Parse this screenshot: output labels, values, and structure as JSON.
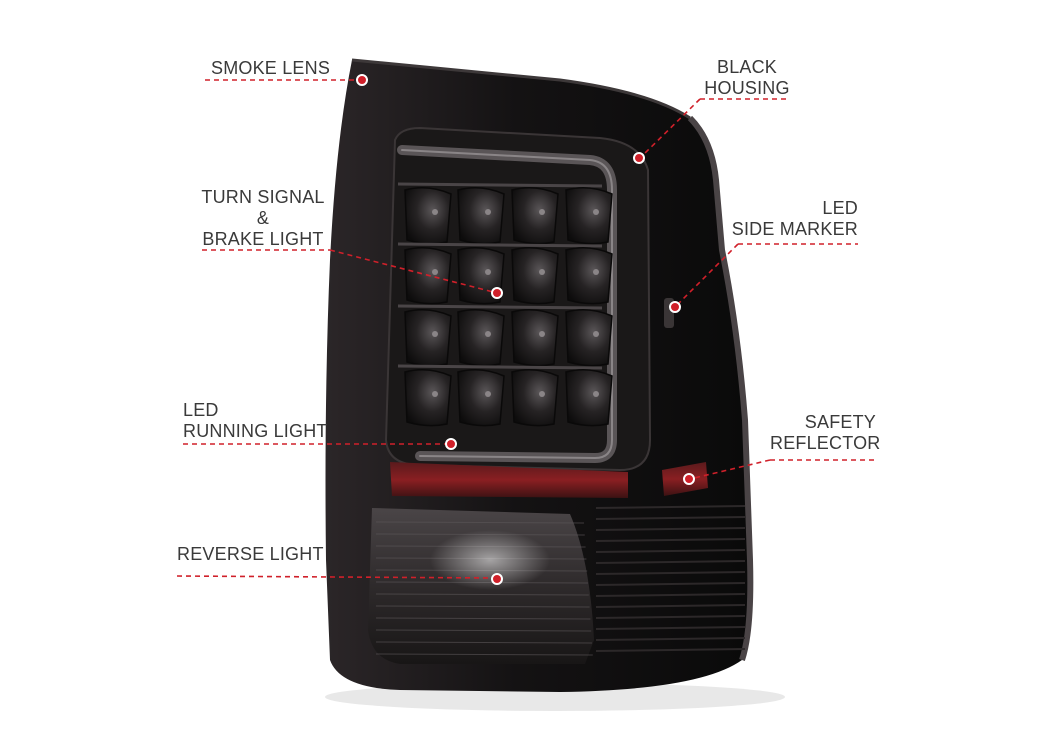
{
  "product": "tail-light",
  "accent_color": "#d0202a",
  "callouts": {
    "smoke_lens": {
      "lines": [
        "SMOKE LENS"
      ]
    },
    "turn_signal": {
      "lines": [
        "TURN SIGNAL",
        "&",
        "BRAKE LIGHT"
      ]
    },
    "running_light": {
      "lines": [
        "LED",
        "RUNNING LIGHT"
      ]
    },
    "reverse_light": {
      "lines": [
        "REVERSE LIGHT"
      ]
    },
    "black_housing": {
      "lines": [
        "BLACK",
        "HOUSING"
      ]
    },
    "side_marker": {
      "lines": [
        "LED",
        "SIDE MARKER"
      ]
    },
    "safety_reflector": {
      "lines": [
        "SAFETY",
        "REFLECTOR"
      ]
    }
  }
}
